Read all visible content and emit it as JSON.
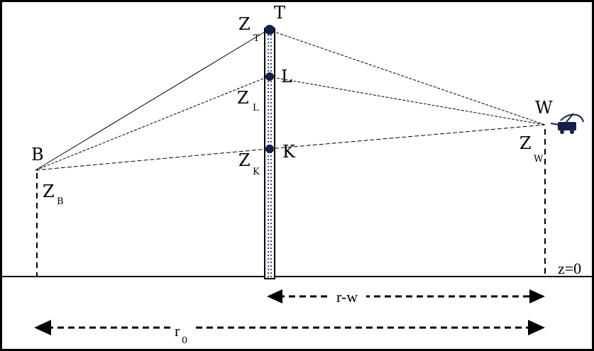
{
  "points": {
    "T": "T",
    "L": "L",
    "K": "K",
    "B": "B",
    "W": "W"
  },
  "heights": {
    "ZT": {
      "main": "Z",
      "sub": "T"
    },
    "ZL": {
      "main": "Z",
      "sub": "L"
    },
    "ZK": {
      "main": "Z",
      "sub": "K"
    },
    "ZB": {
      "main": "Z",
      "sub": "B"
    },
    "ZW": {
      "main": "Z",
      "sub": "W"
    }
  },
  "ground_label": "z=0",
  "distances": {
    "rw": "r-w",
    "r0": {
      "main": "r",
      "sub": "0"
    }
  },
  "colors": {
    "mast_dot": "#15204a",
    "mast_fill": "#3a4a8c",
    "ink": "#000000"
  },
  "icons": {
    "receiver": "vehicle-antenna-icon"
  }
}
